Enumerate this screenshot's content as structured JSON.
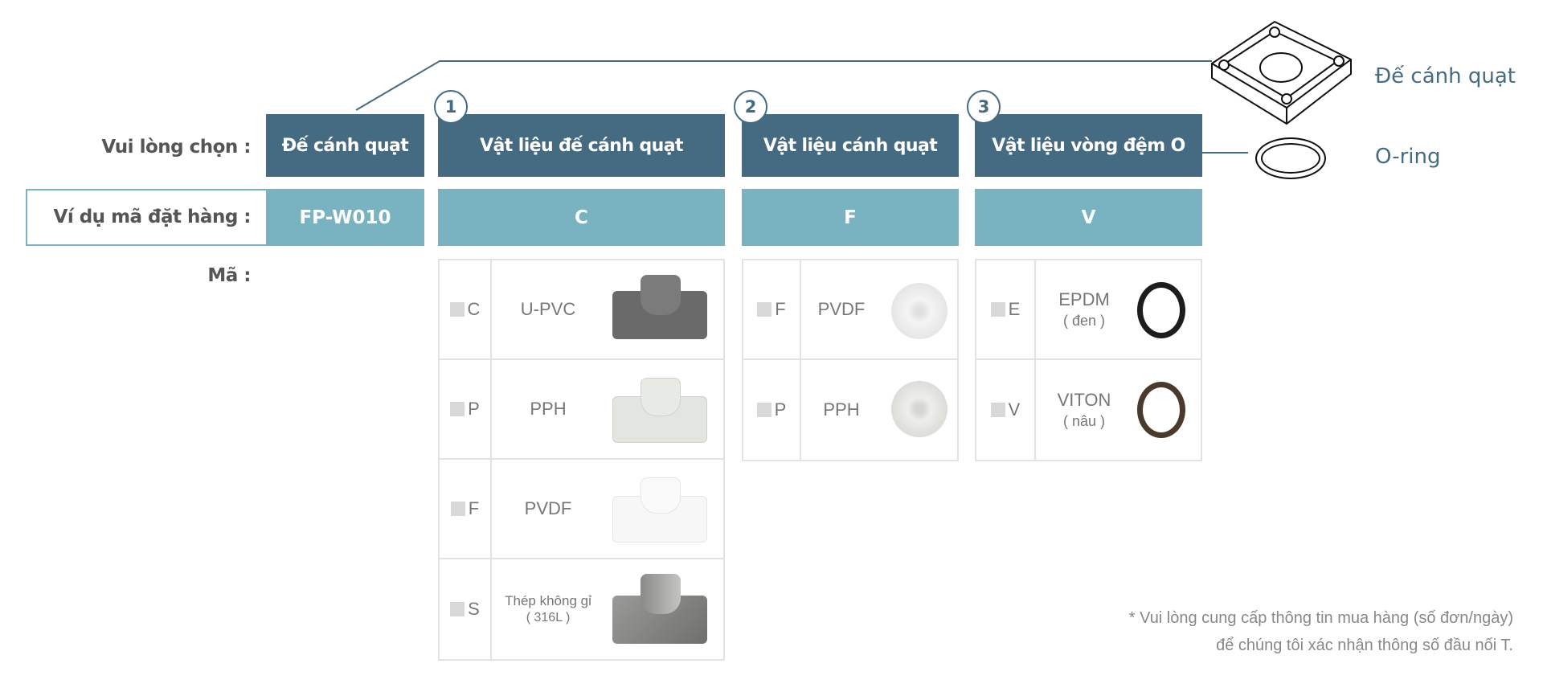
{
  "labels": {
    "choose": "Vui lòng chọn :",
    "example": "Ví dụ mã đặt hàng :",
    "code": "Mã :"
  },
  "headers": [
    {
      "title": "Đế cánh quạt",
      "example": "FP-W010"
    },
    {
      "num": "1",
      "title": "Vật liệu đế cánh quạt",
      "example": "C"
    },
    {
      "num": "2",
      "title": "Vật liệu cánh quạt",
      "example": "F"
    },
    {
      "num": "3",
      "title": "Vật liệu vòng đệm O",
      "example": "V"
    }
  ],
  "legend": {
    "base": "Đế cánh quạt",
    "oring": "O-ring"
  },
  "base_material": [
    {
      "code": "C",
      "name": "U-PVC"
    },
    {
      "code": "P",
      "name": "PPH"
    },
    {
      "code": "F",
      "name": "PVDF"
    },
    {
      "code": "S",
      "name": "Thép không gỉ",
      "sub": "( 316L )"
    }
  ],
  "impeller_material": [
    {
      "code": "F",
      "name": "PVDF"
    },
    {
      "code": "P",
      "name": "PPH"
    }
  ],
  "oring_material": [
    {
      "code": "E",
      "name": "EPDM",
      "sub": "( đen )"
    },
    {
      "code": "V",
      "name": "VITON",
      "sub": "( nâu )"
    }
  ],
  "note": {
    "line1": "* Vui lòng cung cấp thông tin mua hàng (số đơn/ngày)",
    "line2": "để chúng tôi xác nhận thông số đầu nối T."
  },
  "colors": {
    "header": "#456b82",
    "example": "#79b2c0"
  }
}
